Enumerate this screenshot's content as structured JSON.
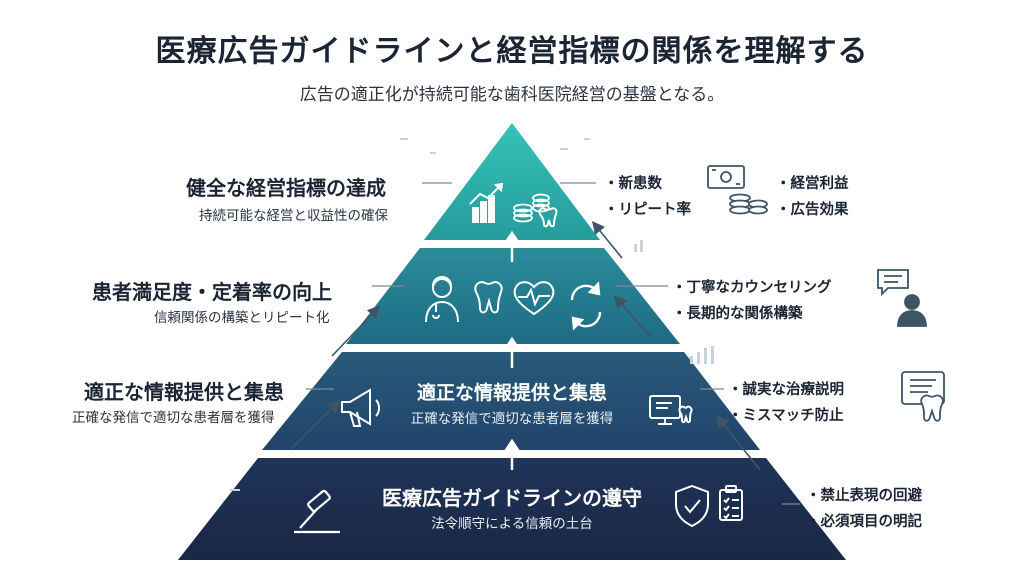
{
  "header": {
    "title": "医療広告ガイドラインと経営指標の関係を理解する",
    "subtitle": "広告の適正化が持続可能な歯科医院経営の基盤となる。"
  },
  "pyramid": {
    "levels": [
      {
        "title": "健全な経営指標の達成",
        "subtitle": "持続可能な経営と収益性の確保",
        "bullets_left": [
          "新患数",
          "リピート率"
        ],
        "bullets_right": [
          "経営利益",
          "広告効果"
        ],
        "icons": [
          "growth-chart-icon",
          "coins-icon",
          "tooth-icon",
          "cash-icon"
        ]
      },
      {
        "title": "患者満足度・定着率の向上",
        "subtitle": "信頼関係の構築とリピート化",
        "bullets": [
          "丁寧なカウンセリング",
          "長期的な関係構築"
        ],
        "icons": [
          "doctor-icon",
          "tooth-icon",
          "heart-pulse-icon",
          "refresh-icon",
          "chat-person-icon"
        ]
      },
      {
        "title": "適正な情報提供と集患",
        "subtitle": "正確な発信で適切な患者層を獲得",
        "inner_title": "適正な情報提供と集患",
        "inner_subtitle": "正確な発信で適切な患者層を獲得",
        "bullets": [
          "誠実な治療説明",
          "ミスマッチ防止"
        ],
        "icons": [
          "megaphone-icon",
          "monitor-tooth-icon",
          "tooth-chat-icon"
        ]
      },
      {
        "inner_title": "医療広告ガイドラインの遵守",
        "inner_subtitle": "法令順守による信頼の土台",
        "bullets": [
          "禁止表現の回避",
          "必須項目の明記"
        ],
        "icons": [
          "gavel-icon",
          "shield-check-icon",
          "clipboard-icon"
        ]
      }
    ]
  },
  "colors": {
    "tier1": "#2fb7b0",
    "tier2": "#237f92",
    "tier3": "#244f70",
    "tier4": "#1d2e50",
    "icon": "#3e5566"
  }
}
